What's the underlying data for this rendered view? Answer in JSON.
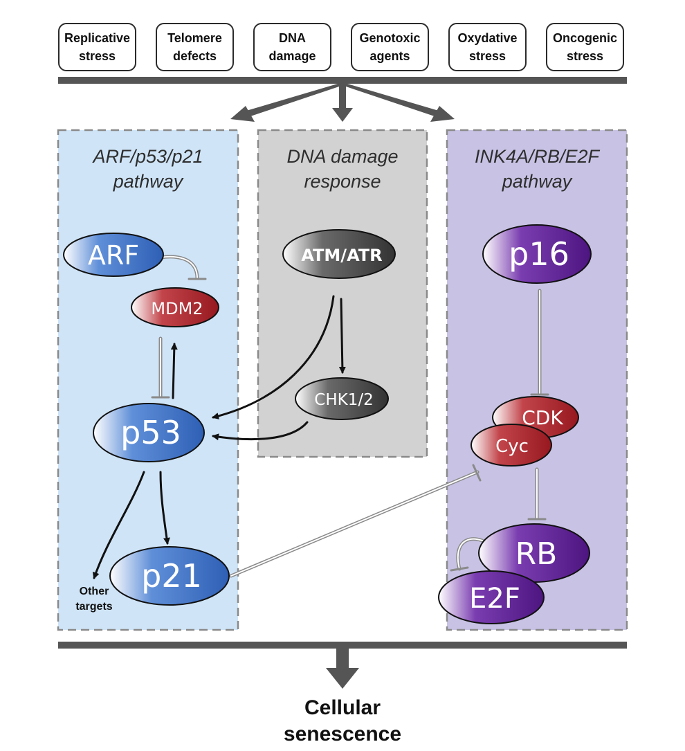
{
  "stresses": [
    {
      "label": "Replicative\nstress"
    },
    {
      "label": "Telomere\ndefects"
    },
    {
      "label": "DNA\ndamage"
    },
    {
      "label": "Genotoxic\nagents"
    },
    {
      "label": "Oxydative\nstress"
    },
    {
      "label": "Oncogenic\nstress"
    }
  ],
  "panels": {
    "left": {
      "title": "ARF/p53/p21\npathway",
      "color": "#cfe4f7"
    },
    "middle": {
      "title": "DNA damage\nresponse",
      "color": "#d0d0d0"
    },
    "right": {
      "title": "INK4A/RB/E2F\npathway",
      "color": "#c8c2e4"
    }
  },
  "nodes": {
    "arf": "ARF",
    "mdm2": "MDM2",
    "p53": "p53",
    "p21": "p21",
    "atm_atr": "ATM/ATR",
    "chk12": "CHK1/2",
    "p16": "p16",
    "cdk": "CDK",
    "cyc": "Cyc",
    "rb": "RB",
    "e2f": "E2F"
  },
  "other_targets": "Other\ntargets",
  "outcome": "Cellular\nsenescence",
  "colors": {
    "blue": "#2e5fb5",
    "red": "#a8242b",
    "dark_gray": "#3f3f3f",
    "purple": "#5a1f8e",
    "bar": "#555555"
  }
}
